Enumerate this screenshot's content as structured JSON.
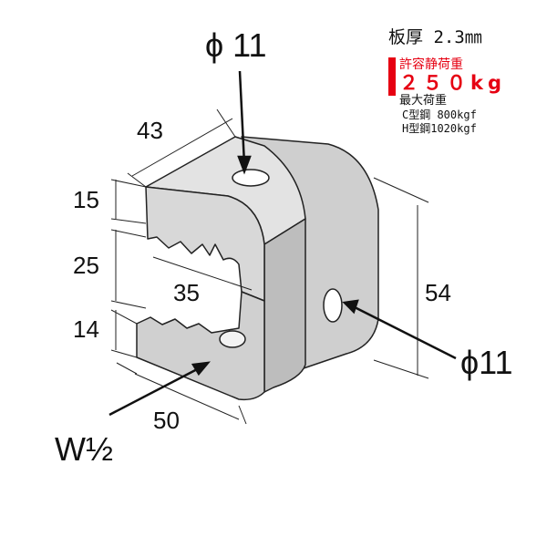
{
  "spec": {
    "thickness": "板厚 2.3㎜",
    "allowable_static_load_label": "許容静荷重",
    "allowable_static_load_value": "２５０kg",
    "max_load_label": "最大荷重",
    "c_channel": "C型鋼 800kgf",
    "h_beam": "H型鋼1020kgf",
    "accent_color": "#e60012"
  },
  "dimensions": {
    "top_hole": "ϕ 11",
    "side_hole": "ϕ11",
    "depth": "43",
    "jaw_top": "15",
    "jaw_gap": "25",
    "jaw_bottom": "14",
    "inner": "35",
    "height": "54",
    "width": "50",
    "bolt": "W½"
  }
}
